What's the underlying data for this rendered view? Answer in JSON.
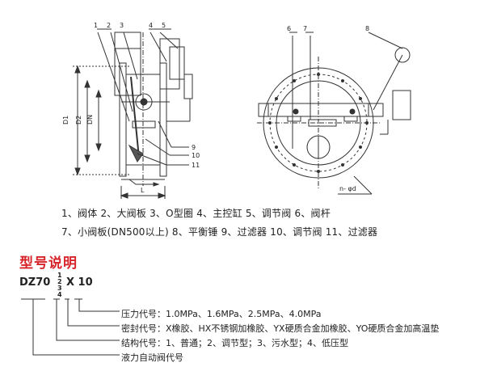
{
  "drawing": {
    "left_callouts": [
      "1",
      "2",
      "3",
      "4",
      "5"
    ],
    "right_callouts": [
      "6",
      "7",
      "8"
    ],
    "side_callouts": [
      "9",
      "10",
      "11"
    ],
    "dimensions": {
      "d1": "D1",
      "d2": "D2",
      "dn": "DN",
      "length": "L",
      "holes": "n- φd"
    }
  },
  "parts": {
    "line1": "1、阀体  2、大阀板  3、O型圈  4、主控缸  5、调节阀  6、阀杆",
    "line2": "7、小阀板(DN500以上)  8、平衡锤  9、过滤器  10、调节阀  11、过滤器"
  },
  "model": {
    "title": "型号说明",
    "prefix": "DZ70",
    "stack": [
      "1",
      "2",
      "3",
      "4"
    ],
    "suffix": "X 10",
    "legend": [
      "压力代号：1.0MPa、1.6MPa、2.5MPa、4.0MPa",
      "密封代号：X橡胶、HX不锈钢加橡胶、YX硬质合金加橡胶、YO硬质合金加高温垫",
      "结构代号：1、普通；2、调节型；3、污水型；4、低压型",
      "液力自动阀代号"
    ]
  }
}
